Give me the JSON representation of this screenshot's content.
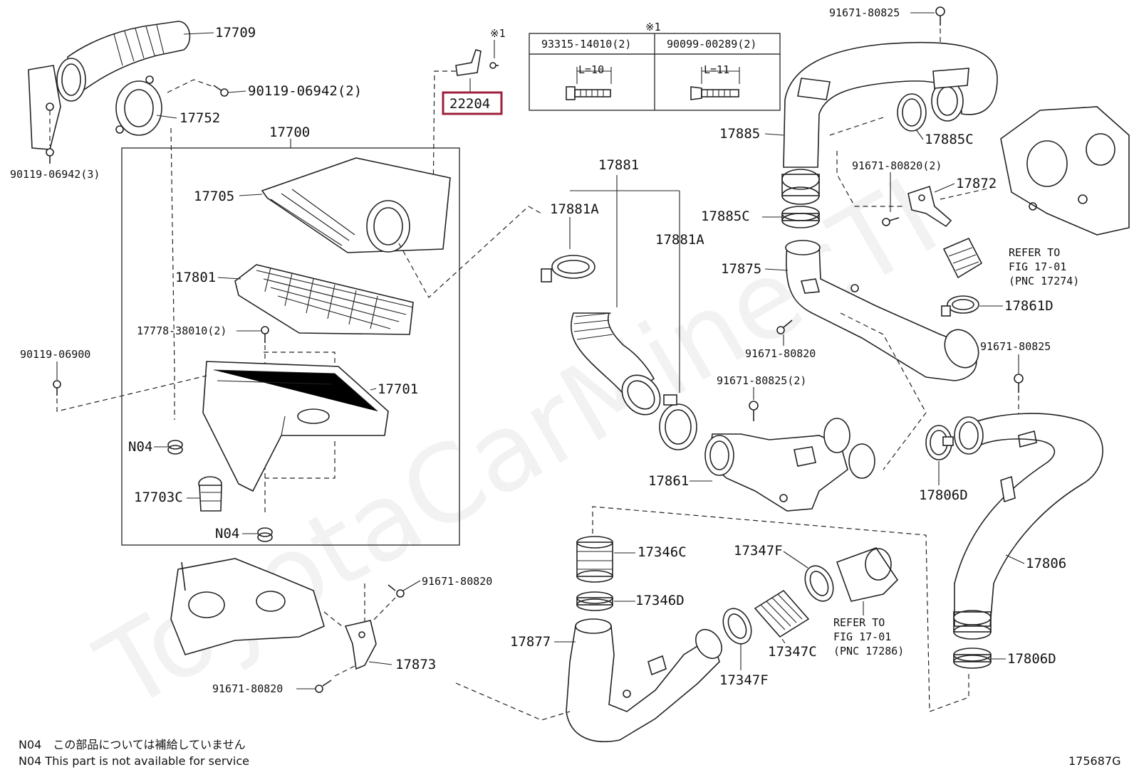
{
  "watermark": "ToyotaCarMinecTI",
  "table_note": "※1",
  "table": {
    "headers": [
      "93315-14010(2)",
      "90099-00289(2)"
    ],
    "dims": [
      "L=10",
      "L=11"
    ]
  },
  "labels": {
    "p17709": "17709",
    "p90119_06942_2": "90119-06942(2)",
    "p17752": "17752",
    "p90119_06942_3": "90119-06942(3)",
    "p22204": "22204",
    "note1": "※1",
    "p17700": "17700",
    "p17705": "17705",
    "p17801": "17801",
    "p17778": "17778-38010(2)",
    "p90119_06900": "90119-06900",
    "p17701": "17701",
    "n04a": "N04",
    "p17703C": "17703C",
    "n04b": "N04",
    "p91671_80825_top": "91671-80825",
    "p17885": "17885",
    "p17885C_a": "17885C",
    "p91671_80820_2": "91671-80820(2)",
    "p17872": "17872",
    "p17885C_b": "17885C",
    "p17881": "17881",
    "p17881A_left": "17881A",
    "p17881A_right": "17881A",
    "p17875": "17875",
    "refer1_l1": "REFER TO",
    "refer1_l2": "FIG 17-01",
    "refer1_l3": "(PNC 17274)",
    "p17861D": "17861D",
    "p91671_80820_mid": "91671-80820",
    "p91671_80825_2": "91671-80825(2)",
    "p91671_80825_right": "91671-80825",
    "p17861": "17861",
    "p17806D_a": "17806D",
    "p17346C": "17346C",
    "p17347F_a": "17347F",
    "p17346D": "17346D",
    "refer2_l1": "REFER TO",
    "refer2_l2": "FIG 17-01",
    "refer2_l3": "(PNC 17286)",
    "p17877": "17877",
    "p17347C": "17347C",
    "p17347F_b": "17347F",
    "p17806": "17806",
    "p17806D_b": "17806D",
    "p91671_80820_bl1": "91671-80820",
    "p17873": "17873",
    "p91671_80820_bl2": "91671-80820"
  },
  "footnotes": {
    "line1": "N04　この部品については補給していません",
    "line2": "N04  This part is not available for service"
  },
  "figure_id": "175687G"
}
